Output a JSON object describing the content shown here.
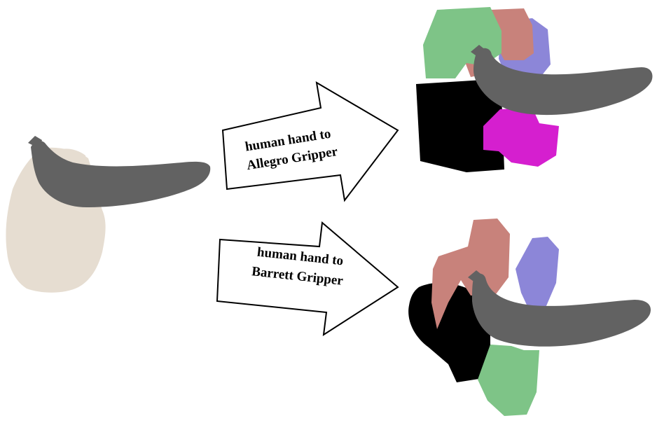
{
  "arrows": [
    {
      "line1": "human hand to",
      "line2": "Allegro Gripper"
    },
    {
      "line1": "human hand to",
      "line2": "Barrett Gripper"
    }
  ],
  "colors": {
    "hand_skin": "#e6ddd1",
    "banana": "#626262",
    "palm_black": "#000000",
    "finger_green": "#7ec487",
    "finger_red": "#c8827b",
    "finger_blue": "#8c86d8",
    "finger_magenta": "#d51fcf"
  }
}
